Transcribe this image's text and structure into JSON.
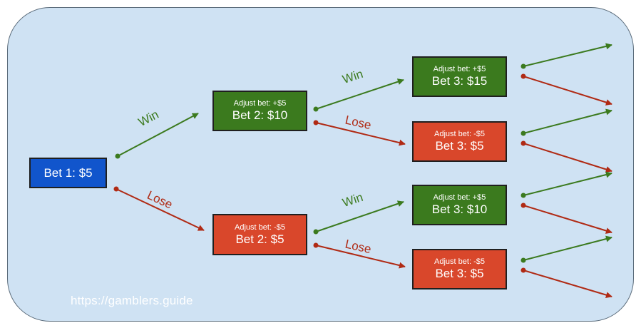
{
  "root": {
    "label": "Bet 1: $5",
    "color": "#1155cc"
  },
  "level2": [
    {
      "adjust": "Adjust bet: +$5",
      "label": "Bet 2: $10",
      "outcome": "win"
    },
    {
      "adjust": "Adjust bet: -$5",
      "label": "Bet 2: $5",
      "outcome": "lose"
    }
  ],
  "level3": [
    {
      "adjust": "Adjust bet: +$5",
      "label": "Bet 3: $15",
      "outcome": "win"
    },
    {
      "adjust": "Adjust bet: -$5",
      "label": "Bet 3: $5",
      "outcome": "lose"
    },
    {
      "adjust": "Adjust bet: +$5",
      "label": "Bet 3: $10",
      "outcome": "win"
    },
    {
      "adjust": "Adjust bet: -$5",
      "label": "Bet 3: $5",
      "outcome": "lose"
    }
  ],
  "edge_labels": {
    "win": "Win",
    "lose": "Lose"
  },
  "colors": {
    "win": "#3b7a1e",
    "lose": "#d9472b",
    "background": "#cfe2f3"
  },
  "watermark": "https://gamblers.guide"
}
